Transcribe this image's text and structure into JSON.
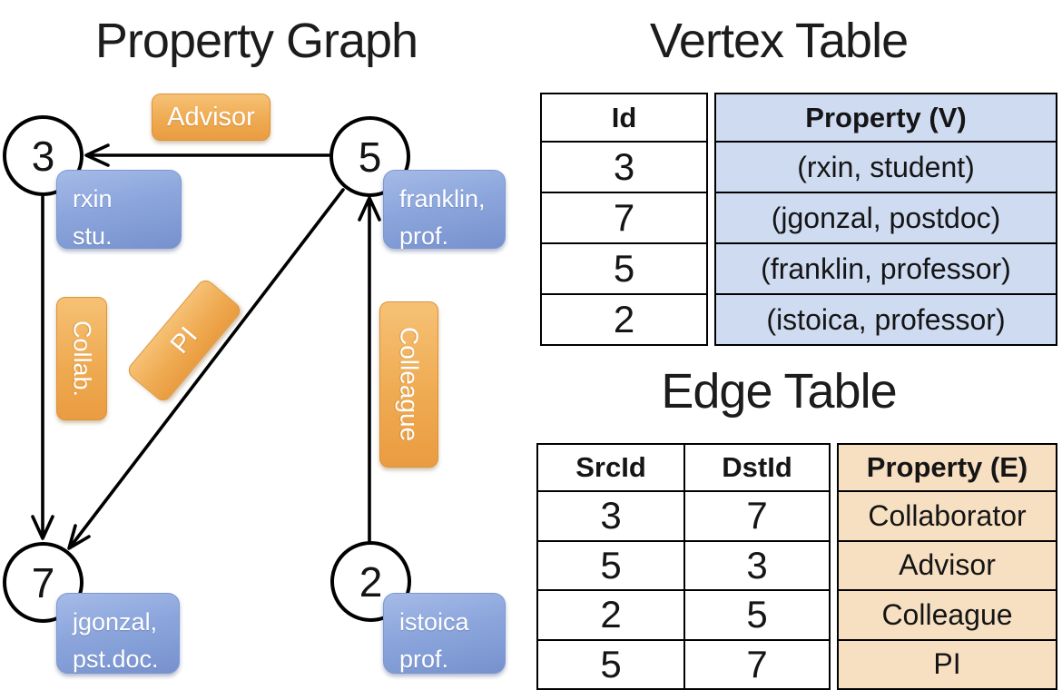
{
  "graph": {
    "title": "Property Graph",
    "nodes": [
      {
        "id": "3",
        "line1": "rxin",
        "line2": "stu."
      },
      {
        "id": "5",
        "line1": "franklin,",
        "line2": "prof."
      },
      {
        "id": "7",
        "line1": "jgonzal,",
        "line2": "pst.doc."
      },
      {
        "id": "2",
        "line1": "istoica",
        "line2": "prof."
      }
    ],
    "edges": [
      {
        "src": "5",
        "dst": "3",
        "label": "Advisor"
      },
      {
        "src": "3",
        "dst": "7",
        "label": "Collab."
      },
      {
        "src": "5",
        "dst": "7",
        "label": "PI"
      },
      {
        "src": "2",
        "dst": "5",
        "label": "Colleague"
      }
    ]
  },
  "vertex_table": {
    "title": "Vertex Table",
    "id_header": "Id",
    "property_header": "Property (V)",
    "ids": [
      "3",
      "7",
      "5",
      "2"
    ],
    "properties": [
      "(rxin, student)",
      "(jgonzal, postdoc)",
      "(franklin, professor)",
      "(istoica, professor)"
    ]
  },
  "edge_table": {
    "title": "Edge Table",
    "src_header": "SrcId",
    "dst_header": "DstId",
    "property_header": "Property (E)",
    "src_ids": [
      "3",
      "5",
      "2",
      "5"
    ],
    "dst_ids": [
      "7",
      "3",
      "5",
      "7"
    ],
    "properties": [
      "Collaborator",
      "Advisor",
      "Colleague",
      "PI"
    ]
  },
  "colors": {
    "edge_label_fill": "#efab52",
    "vertex_label_fill": "#8ca6dc",
    "vertex_table_fill": "#cfdbf1",
    "edge_table_fill": "#f7dfc2",
    "line_stroke": "#000000"
  }
}
